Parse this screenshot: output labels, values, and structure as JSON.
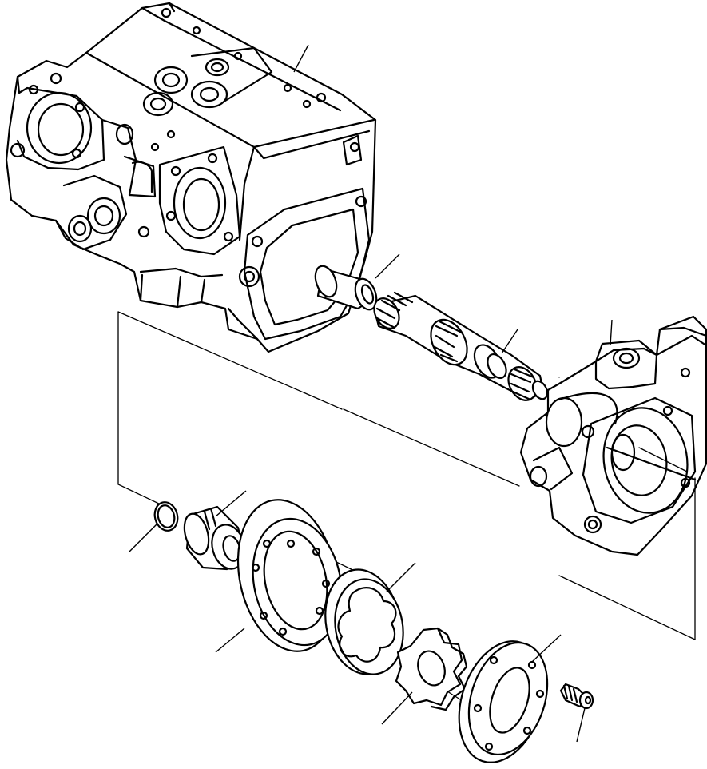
{
  "diagram": {
    "kind": "exploded parts view",
    "line_color": "#000000",
    "background": "#ffffff",
    "parts": [
      {
        "id": "pump-housing"
      },
      {
        "id": "bushing-sleeve"
      },
      {
        "id": "splined-drive-shaft"
      },
      {
        "id": "gear-pump-body"
      },
      {
        "id": "snap-ring"
      },
      {
        "id": "bearing-collar"
      },
      {
        "id": "gerotor-housing-plate"
      },
      {
        "id": "outer-gerotor-ring"
      },
      {
        "id": "inner-gerotor-rotor"
      },
      {
        "id": "end-cover-plate"
      },
      {
        "id": "cap-screw"
      }
    ]
  }
}
